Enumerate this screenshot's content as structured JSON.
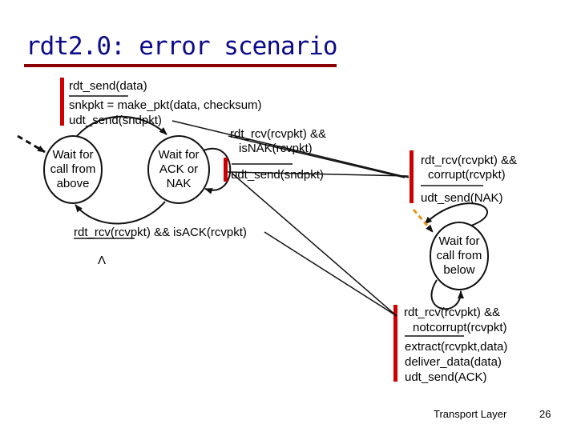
{
  "title": "rdt2.0: error scenario",
  "sender": {
    "initial_transition": {
      "event": "rdt_send(data)",
      "actions": [
        "snkpkt = make_pkt(data, checksum)",
        "udt_send(sndpkt)"
      ]
    },
    "state_wait_call_above": [
      "Wait for",
      "call from",
      "above"
    ],
    "state_wait_ack_nak": [
      "Wait for",
      "ACK or",
      "NAK"
    ],
    "nak_transition": {
      "event": [
        "rdt_rcv(rcvpkt) &&",
        "isNAK(rcvpkt)"
      ],
      "action": "udt_send(sndpkt)"
    },
    "ack_transition": {
      "event": "rdt_rcv(rcvpkt) && isACK(rcvpkt)",
      "action": "Λ"
    }
  },
  "receiver": {
    "corrupt_transition": {
      "event": [
        "rdt_rcv(rcvpkt) &&",
        "corrupt(rcvpkt)"
      ],
      "action": "udt_send(NAK)"
    },
    "state_wait_call_below": [
      "Wait for",
      "call from",
      "below"
    ],
    "notcorrupt_transition": {
      "event": [
        "rdt_rcv(rcvpkt) &&",
        "notcorrupt(rcvpkt)"
      ],
      "actions": [
        "extract(rcvpkt,data)",
        "deliver_data(data)",
        "udt_send(ACK)"
      ]
    }
  },
  "footer": {
    "label": "Transport Layer",
    "page": "26"
  },
  "colors": {
    "title": "#0a0a8a",
    "title_underline": "#8b0000",
    "highlight_bar": "#cc0000",
    "arrow": "#111111"
  }
}
